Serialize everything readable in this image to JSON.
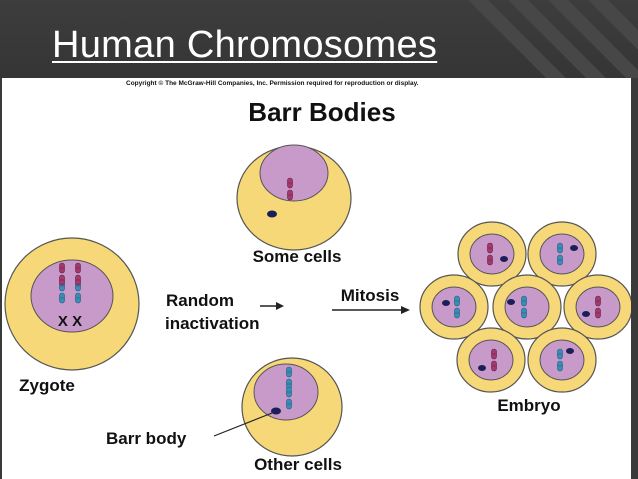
{
  "slide": {
    "title": "Human Chromosomes"
  },
  "figure": {
    "copyright": "Copyright © The McGraw-Hill Companies, Inc. Permission required for reproduction or display.",
    "heading": "Barr Bodies",
    "labels": {
      "some_cells": "Some cells",
      "random": "Random",
      "inactivation": "inactivation",
      "mitosis": "Mitosis",
      "zygote": "Zygote",
      "xx": "X X",
      "barr_body": "Barr body",
      "other_cells": "Other cells",
      "embryo": "Embryo"
    }
  },
  "colors": {
    "header_bg": "#3a3a3a",
    "cytoplasm": "#f7d879",
    "cell_outline": "#555555",
    "nucleus": "#c79ac9",
    "chromosome_active": "#3b8db5",
    "chromosome_inactive": "#a23a6e",
    "barr_body": "#1b1f57"
  }
}
